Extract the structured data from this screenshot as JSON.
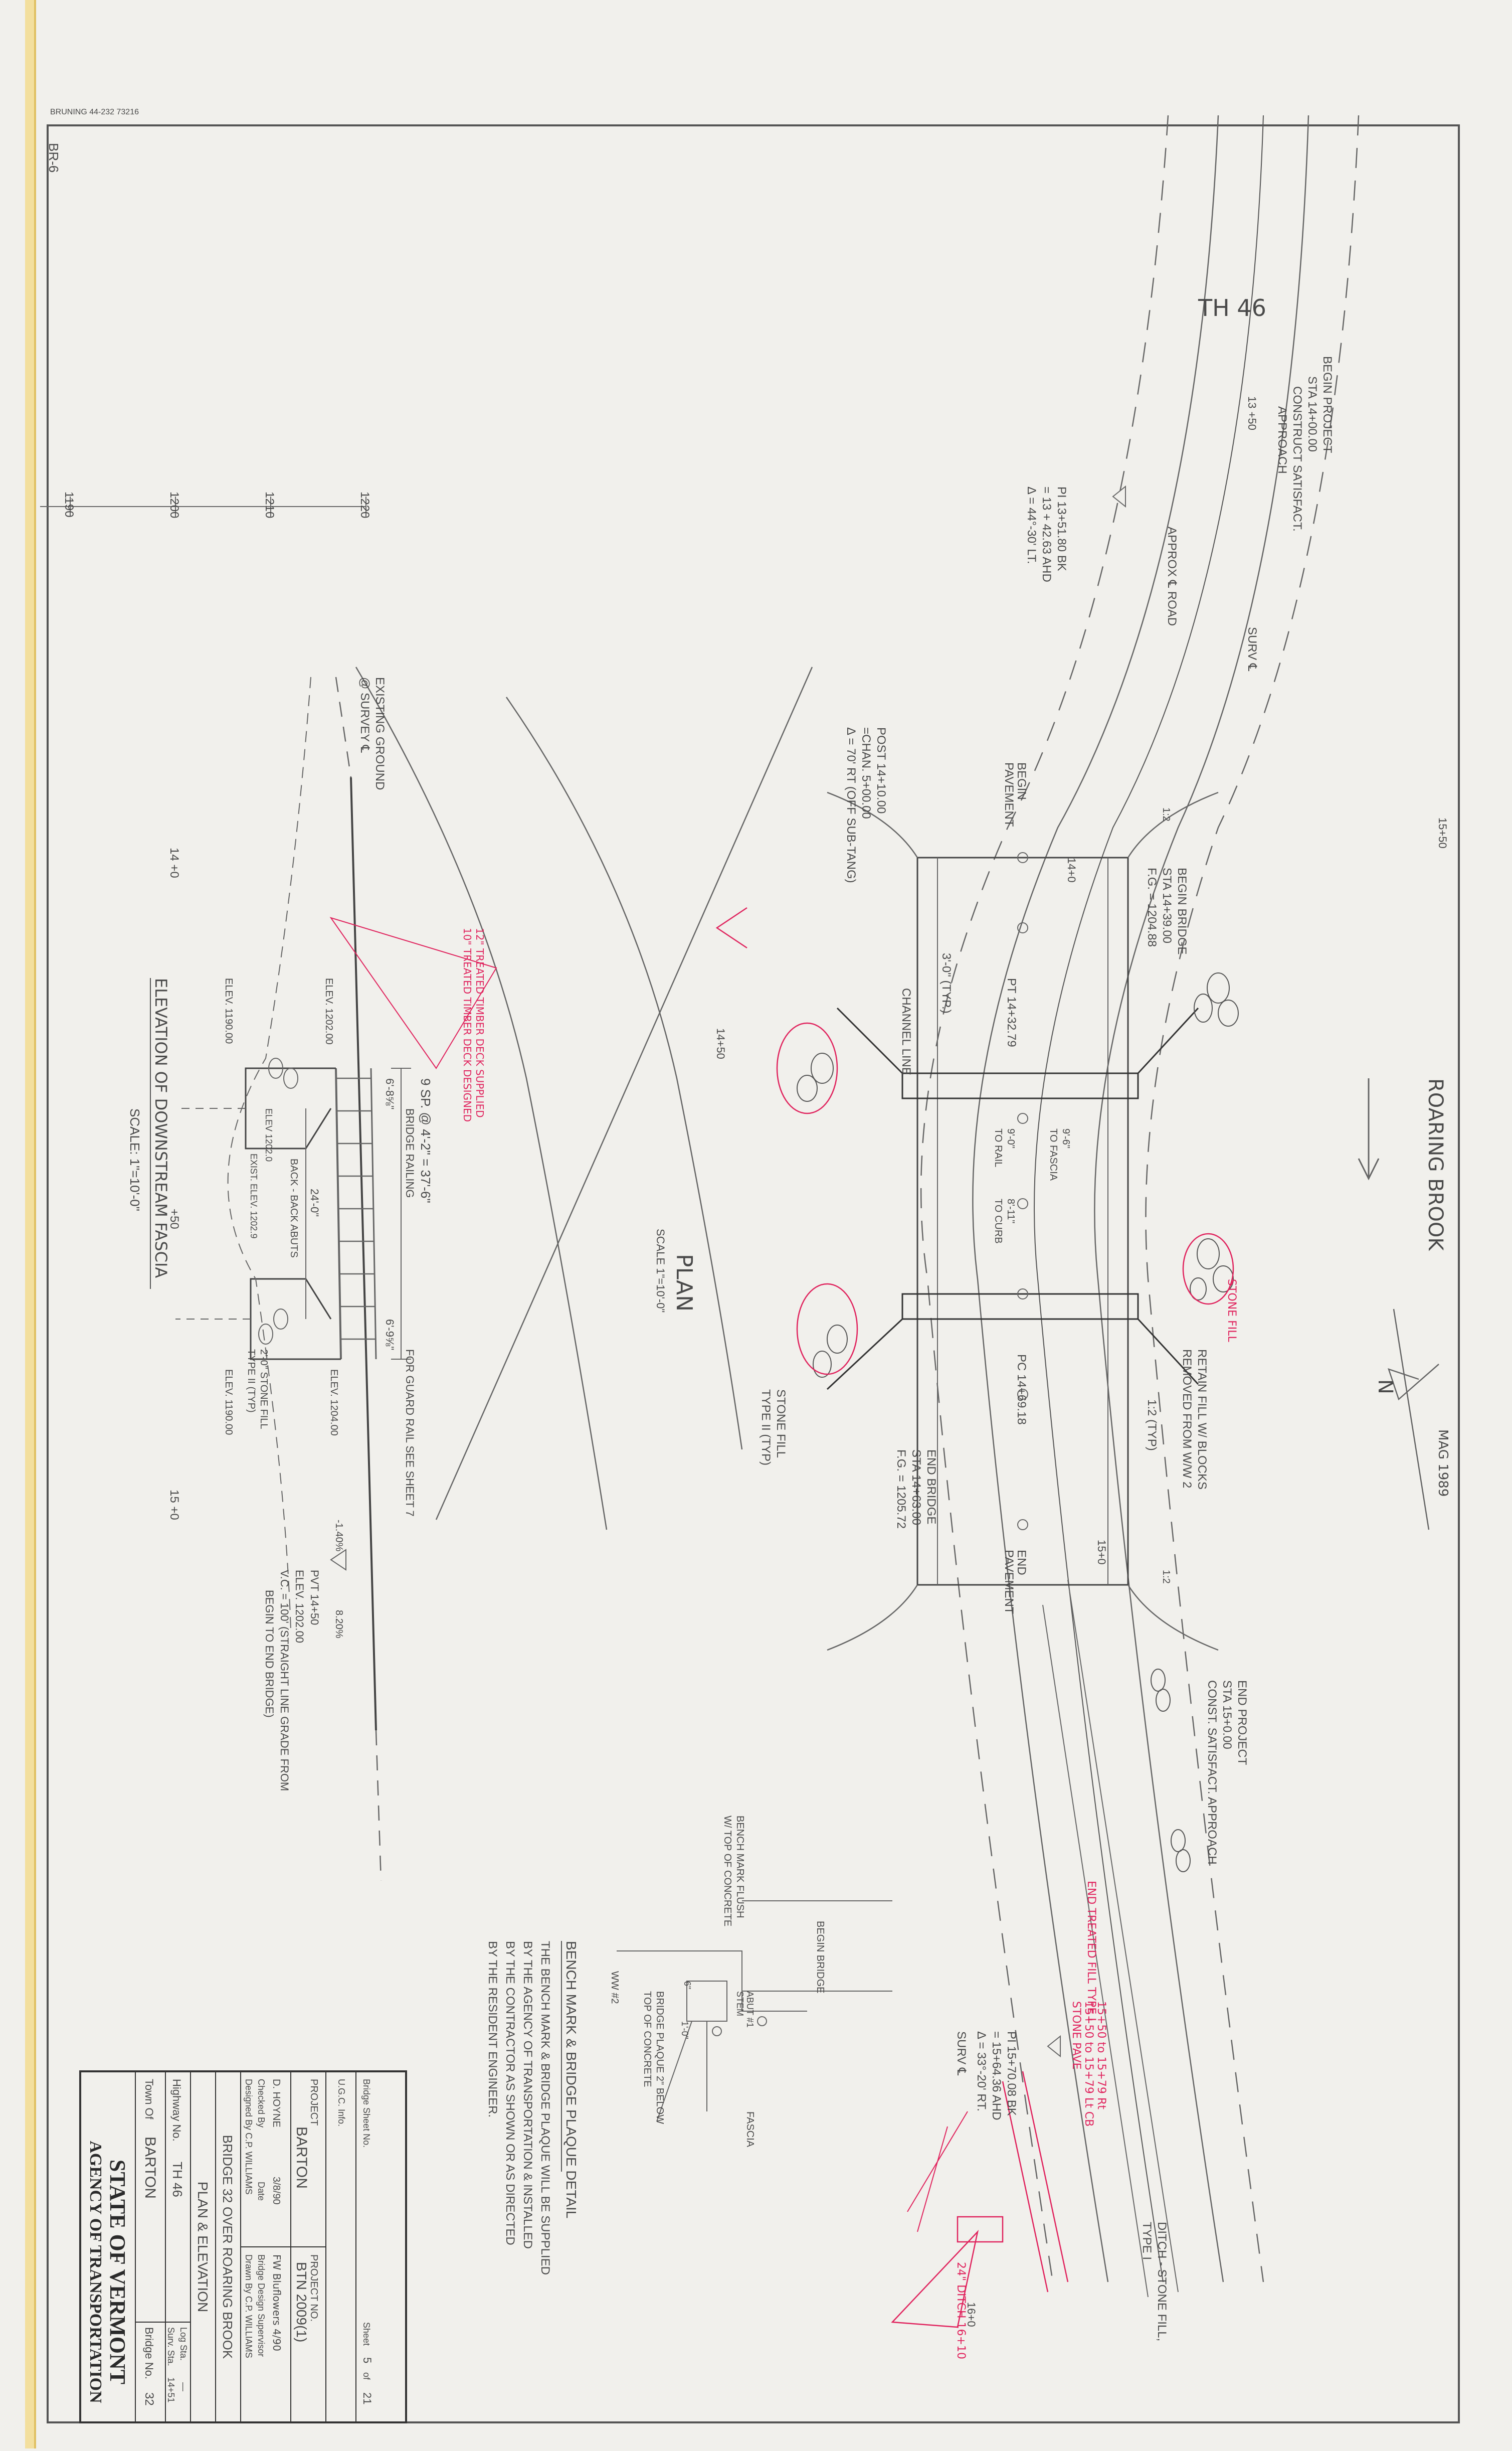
{
  "sheet": {
    "print_stamp": "BRUNING 44-232 73216",
    "corner_mark": "BR-6"
  },
  "plan": {
    "road_label": "TH 46",
    "stream_label": "ROARING BROOK",
    "mag_label": "MAG 1989",
    "north_mark": "N",
    "view_title": "PLAN",
    "view_scale": "SCALE 1\"=10'-0\"",
    "stations": {
      "s1350": "13 +50",
      "s1400": "14+0",
      "s1450": "14+50",
      "s1500": "15+0",
      "s1550": "15+50",
      "s1600": "16+0"
    },
    "notes": {
      "begin_project": [
        "BEGIN PROJECT",
        "STA 14+00.00",
        "CONSTRUCT SATISFACT.",
        "APPROACH"
      ],
      "pi_1": [
        "PI 13+51.80 BK",
        "= 13 + 42.63 AHD",
        "Δ = 44°-30' LT."
      ],
      "post": [
        "POST 14+10.00",
        "=CHAN. 5+00.00",
        "Δ = 70' RT (OFF SUB-TANG)"
      ],
      "approach_road": "APPROX ℄ ROAD",
      "surv_cl": "SURV ℄",
      "surv_cl_2": "SURV ℄",
      "begin_pavement": [
        "BEGIN",
        "PAVEMENT"
      ],
      "begin_bridge": [
        "BEGIN BRIDGE",
        "STA 14+39.00",
        "F.G. = 1204.88"
      ],
      "channel_line": "CHANNEL LINE",
      "pt": "PT 14+32.79",
      "typ_30": "3'-0\" (TYP.)",
      "to_rail": "9'-0\"",
      "to_rail_label": "TO RAIL",
      "to_fascia": "9'-6\"",
      "to_fascia_label": "TO FASCIA",
      "to_curb": "8'-11\"",
      "to_curb_label": "TO CURB",
      "pc": "PC 14+69.18",
      "end_bridge": [
        "END BRIDGE",
        "STA 14+63.00",
        "F.G. = 1205.72"
      ],
      "stone_fill": [
        "STONE FILL",
        "TYPE II (TYP)"
      ],
      "retain_fill": [
        "RETAIN FILL W/ BLOCKS",
        "REMOVED FROM W/W 2"
      ],
      "slope_typ": "1:2 (TYP)",
      "end_pavement": [
        "END",
        "PAVEMENT"
      ],
      "end_project": [
        "END PROJECT",
        "STA 15+0.00",
        "CONST. SATISFACT. APPROACH"
      ],
      "pi_2": [
        "PI 15+70.08 BK",
        "= 15+64.36 AHD",
        "Δ = 33°-20' RT."
      ],
      "ditch": [
        "DITCH - STONE FILL,",
        "TYPE I"
      ],
      "begin_bridge_small": "BEGIN BRIDGE",
      "abut": [
        "ABUT #1",
        "STEM"
      ],
      "fascia": "FASCIA",
      "bench_mark_flush": [
        "BENCH MARK FLUSH",
        "W/ TOP OF CONCRETE"
      ],
      "bridge_plaque": [
        "BRIDGE PLAQUE 2\" BELOW",
        "TOP OF CONCRETE"
      ],
      "ww2": "WW #2",
      "dim_6": "6\"",
      "dim_10": "1'-0\"",
      "slope_a": "1:2",
      "slope_b": "1:2"
    },
    "detail": {
      "title": "BENCH MARK & BRIDGE PLAQUE DETAIL",
      "lines": [
        "THE BENCH MARK & BRIDGE PLAQUE WILL BE SUPPLIED",
        "BY THE AGENCY OF TRANSPORTATION & INSTALLED",
        "BY THE CONTRACTOR AS SHOWN OR AS DIRECTED",
        "BY THE RESIDENT ENGINEER."
      ]
    },
    "red_notes": {
      "end_treated": "END TREATED FILL TYPE I",
      "ditch_red": [
        "15+50 to 15+79 Rt",
        "15+50 to 15+79 Lt CB",
        "STONE PAVE"
      ],
      "stone_fill_red": "STONE FILL",
      "install_red": "24\" DITCH 16+10"
    }
  },
  "elevation": {
    "title": "ELEVATION OF DOWNSTREAM FASCIA",
    "scale": "SCALE: 1\"=10'-0\"",
    "axis_labels": [
      "1220",
      "1210",
      "1200",
      "1190"
    ],
    "stations": [
      "14 +0",
      "+50",
      "15 +0"
    ],
    "existing_ground": [
      "EXISTING GROUND",
      "@ SURVEY ℄"
    ],
    "span": [
      "9 SP. @ 4'-2\" = 37'-6\"",
      "BRIDGE RAILING"
    ],
    "left_dim": "6'-8⅝\"",
    "right_dim": "6'-9⅝\"",
    "center_dim": "24'-0\"",
    "center_dim_label": "BACK - BACK ABUTS",
    "elev_left_top": "ELEV. 1202.00",
    "elev_left_bot": "ELEV. 1190.00",
    "elev_right_top": "ELEV. 1204.00",
    "elev_right_bot": "ELEV. 1190.00",
    "elev_mid": "ELEV 1202.0",
    "elev_exist": "EXIST. ELEV. 1202.9",
    "guard_rail": "FOR GUARD RAIL SEE SHEET 7",
    "stone_fill_elev": [
      "2'-0\" STONE FILL",
      "TYPE II (TYP)"
    ],
    "pvt": [
      "PVT 14+50",
      "ELEV. 1202.00",
      "V.C. = 100' (STRAIGHT LINE GRADE FROM",
      "BEGIN TO END BRIDGE)"
    ],
    "grade_left": "-1.40%",
    "grade_right": "8.20%",
    "red_timber": [
      "12\" TREATED TIMBER DECK SUPPLIED",
      "10\" TREATED TIMBER DECK DESIGNED"
    ]
  },
  "title_block": {
    "state": "STATE OF VERMONT",
    "agency": "AGENCY OF TRANSPORTATION",
    "town_label": "Town Of",
    "town": "BARTON",
    "bridge_no_label": "Bridge No.",
    "bridge_no": "32",
    "highway_label": "Highway No.",
    "highway": "TH 46",
    "log_sta_label": "Log Sta.",
    "log_sta": "—",
    "surv_sta_label": "Surv. Sta.",
    "surv_sta": "14+51",
    "sheet_title": "PLAN & ELEVATION",
    "description": "BRIDGE 32 OVER ROARING BROOK",
    "designed_by": "Designed By C.P. WILLIAMS",
    "checked_by": "Checked By",
    "drawn_by": "Drawn By C.P. WILLIAMS",
    "supervisor": "Bridge Design Supervisor",
    "checker": "D. HOYNE",
    "date_label": "Date",
    "date": "3/8/90",
    "approval": "FW Bluflowers 4/90",
    "project_label": "PROJECT",
    "project": "BARTON",
    "project_no_label": "PROJECT NO.",
    "project_no": "BTN 2009(1)",
    "ugc_label": "U.G.C. Info.",
    "bridge_sheet_label": "Bridge Sheet No.",
    "sheet_label": "Sheet",
    "sheet_no": "5",
    "sheet_of": "of",
    "sheet_total": "21"
  }
}
